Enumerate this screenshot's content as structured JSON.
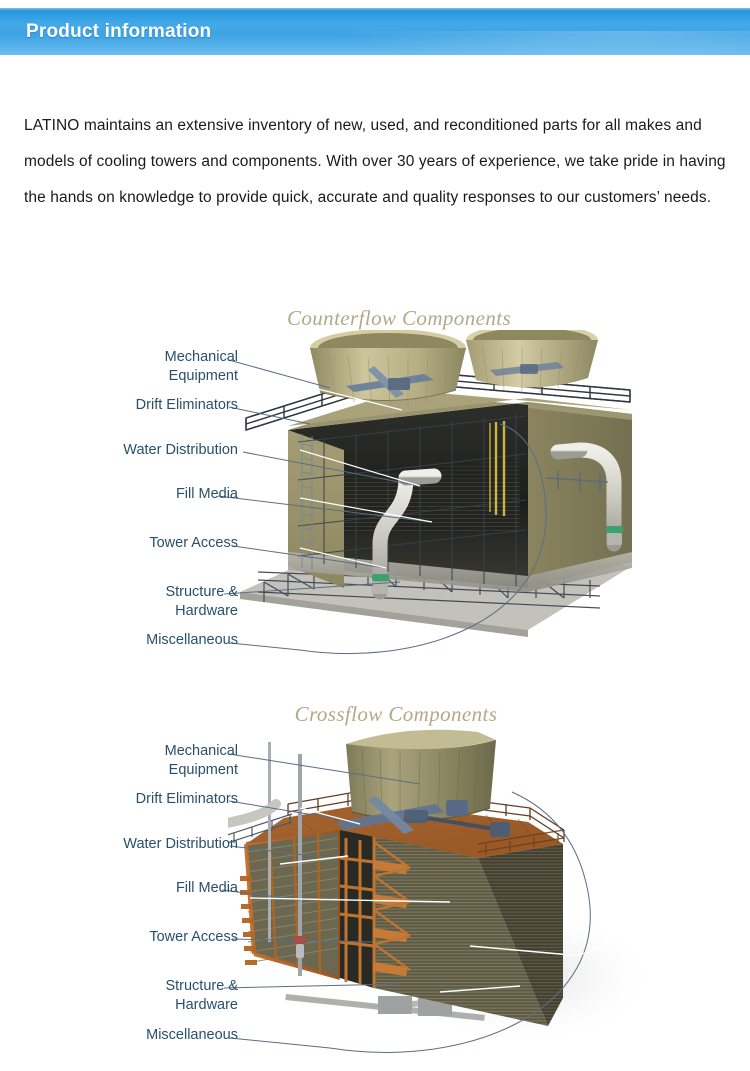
{
  "header": {
    "title": "Product information",
    "accent_color": "#2e9de2"
  },
  "intro": {
    "paragraph": "LATINO maintains an extensive inventory of new, used, and reconditioned parts for all makes and models of cooling towers and components. With over 30 years of experience, we take pride in having the hands on knowledge to provide quick, accurate and quality responses to our customers’ needs."
  },
  "sections": [
    {
      "id": "counterflow",
      "title": "Counterflow Components",
      "title_color": "#b3a988",
      "label_color": "#28506b",
      "labels": [
        {
          "text": "Mechanical",
          "text2": "Equipment"
        },
        {
          "text": "Drift Eliminators"
        },
        {
          "text": "Water Distribution"
        },
        {
          "text": "Fill Media"
        },
        {
          "text": "Tower Access"
        },
        {
          "text": "Structure &",
          "text2": "Hardware"
        },
        {
          "text": "Miscellaneous"
        }
      ],
      "image": "counterflow-cooling-tower-cutaway-render"
    },
    {
      "id": "crossflow",
      "title": "Crossflow Components",
      "title_color": "#b3a988",
      "label_color": "#28506b",
      "labels": [
        {
          "text": "Mechanical",
          "text2": "Equipment"
        },
        {
          "text": "Drift Eliminators"
        },
        {
          "text": "Water Distribution"
        },
        {
          "text": "Fill Media"
        },
        {
          "text": "Tower Access"
        },
        {
          "text": "Structure &",
          "text2": "Hardware"
        },
        {
          "text": "Miscellaneous"
        }
      ],
      "image": "crossflow-cooling-tower-cutaway-render"
    }
  ],
  "colors": {
    "page_background": "#ffffff",
    "header_gradient_top": "#1f8fd8",
    "header_gradient_bottom": "#6dbdee",
    "leader_line": "#5a6e86",
    "leader_line_light": "#ffffff",
    "stack_khaki": "#a9a179",
    "casing_olive": "#908a63",
    "wood_orange": "#b0632a",
    "fill_dark": "#3a3a33",
    "steel_gray": "#9aa0a5",
    "pipe_silver": "#c9c9c2",
    "flange_green": "#3aa26a"
  }
}
